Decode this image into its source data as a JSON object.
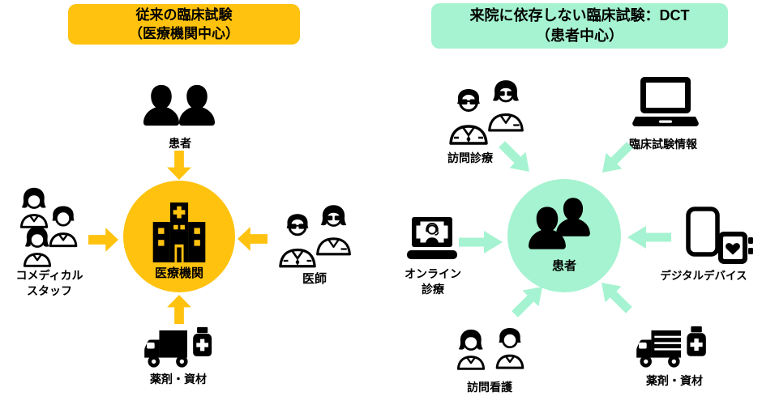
{
  "colors": {
    "orange": "#FFC20E",
    "mint": "#A5F3D0",
    "icon_black": "#000000",
    "background": "#FFFFFF"
  },
  "left": {
    "header": {
      "line1": "従来の臨床試験",
      "line2": "（医療機関中心）"
    },
    "center": {
      "label": "医療機関",
      "icon": "hospital-icon"
    },
    "top": {
      "label": "患者",
      "icon": "patients-icon"
    },
    "left_node": {
      "line1": "コメディカル",
      "line2": "スタッフ",
      "icon": "medical-staff-group-icon"
    },
    "right_node": {
      "label": "医師",
      "icon": "doctors-icon"
    },
    "bottom": {
      "label": "薬剤・資材",
      "icon": "truck-and-medicine-bottle-icon"
    }
  },
  "right": {
    "header": {
      "line1": "来院に依存しない臨床試験：DCT",
      "line2": "（患者中心）"
    },
    "center": {
      "label": "患者",
      "icon": "patients-icon"
    },
    "top_left": {
      "label": "訪問診療",
      "icon": "visiting-doctors-icon"
    },
    "top_right": {
      "label": "臨床試験情報",
      "icon": "laptop-icon"
    },
    "left_node": {
      "line1": "オンライン",
      "line2": "診療",
      "icon": "video-call-laptop-icon"
    },
    "right_node": {
      "label": "デジタルデバイス",
      "icon": "smartphone-and-smartwatch-icon"
    },
    "bottom_left": {
      "label": "訪問看護",
      "icon": "visiting-nurses-icon"
    },
    "bottom_right": {
      "label": "薬剤・資材",
      "icon": "truck-and-medicine-bottle-icon"
    }
  }
}
